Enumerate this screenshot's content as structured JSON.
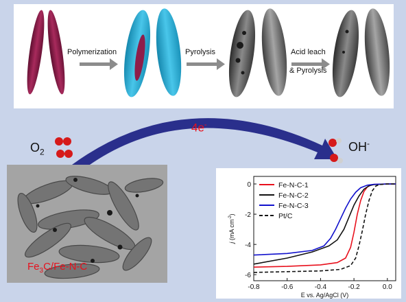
{
  "scheme": {
    "steps": [
      {
        "label": "Polymerization"
      },
      {
        "label": "Pyrolysis"
      },
      {
        "label_line1": "Acid leach",
        "label_line2": "& Pyrolysis"
      }
    ]
  },
  "reaction": {
    "reactant": "O",
    "reactant_sub": "2",
    "product": "OH",
    "product_sup": "-",
    "electrons": "4e",
    "electrons_sup": "-"
  },
  "tem": {
    "label_a": "Fe",
    "label_sub": "3",
    "label_b": "C/Fe-N-C"
  },
  "colors": {
    "background": "#c9d4ea",
    "template_rod": "#8e1e4a",
    "polymer_shell": "#2fb3d9",
    "curved_arrow": "#2a2f8c",
    "red_text": "#e8101c"
  },
  "chart_data": {
    "type": "line",
    "xlabel": "E vs. Ag/AgCl (V)",
    "ylabel_j": "j",
    "ylabel_unit": "(mA cm",
    "ylabel_unit_sup": "-2",
    "ylabel_close": ")",
    "xlim": [
      -0.8,
      0.05
    ],
    "ylim": [
      -6.4,
      0.5
    ],
    "xticks": [
      -0.8,
      -0.6,
      -0.4,
      -0.2,
      0.0
    ],
    "xtick_labels": [
      "-0.8",
      "-0.6",
      "-0.4",
      "-0.2",
      "0.0"
    ],
    "yticks": [
      0,
      -2,
      -4,
      -6
    ],
    "ytick_labels": [
      "0",
      "-2",
      "-4",
      "-6"
    ],
    "legend_position": "top-left",
    "series": [
      {
        "name": "Fe-N-C-1",
        "color": "#e8101c",
        "dash": false,
        "x": [
          -0.8,
          -0.6,
          -0.4,
          -0.3,
          -0.25,
          -0.22,
          -0.2,
          -0.18,
          -0.16,
          -0.14,
          -0.12,
          -0.1,
          -0.08,
          0.0,
          0.05
        ],
        "y": [
          -5.5,
          -5.45,
          -5.35,
          -5.2,
          -4.9,
          -4.2,
          -3.2,
          -2.0,
          -1.1,
          -0.5,
          -0.2,
          -0.08,
          -0.03,
          0.0,
          0.0
        ]
      },
      {
        "name": "Fe-N-C-2",
        "color": "#111111",
        "dash": false,
        "x": [
          -0.8,
          -0.6,
          -0.45,
          -0.35,
          -0.3,
          -0.26,
          -0.23,
          -0.2,
          -0.17,
          -0.14,
          -0.11,
          -0.08,
          0.0,
          0.05
        ],
        "y": [
          -5.3,
          -4.9,
          -4.5,
          -4.1,
          -3.7,
          -3.0,
          -2.2,
          -1.4,
          -0.8,
          -0.35,
          -0.12,
          -0.04,
          0.0,
          0.0
        ]
      },
      {
        "name": "Fe-N-C-3",
        "color": "#1010cc",
        "dash": false,
        "x": [
          -0.8,
          -0.6,
          -0.45,
          -0.38,
          -0.34,
          -0.31,
          -0.28,
          -0.25,
          -0.22,
          -0.19,
          -0.16,
          -0.12,
          -0.08,
          0.0,
          0.05
        ],
        "y": [
          -4.7,
          -4.6,
          -4.4,
          -4.1,
          -3.6,
          -3.0,
          -2.3,
          -1.6,
          -1.0,
          -0.55,
          -0.25,
          -0.08,
          -0.02,
          0.0,
          0.0
        ]
      },
      {
        "name": "Pt/C",
        "color": "#111111",
        "dash": true,
        "x": [
          -0.8,
          -0.6,
          -0.4,
          -0.28,
          -0.22,
          -0.19,
          -0.17,
          -0.15,
          -0.13,
          -0.11,
          -0.09,
          -0.07,
          -0.05,
          0.0,
          0.05
        ],
        "y": [
          -5.85,
          -5.8,
          -5.75,
          -5.65,
          -5.4,
          -4.9,
          -4.1,
          -3.1,
          -2.0,
          -1.1,
          -0.45,
          -0.15,
          -0.04,
          0.0,
          0.0
        ]
      }
    ]
  }
}
